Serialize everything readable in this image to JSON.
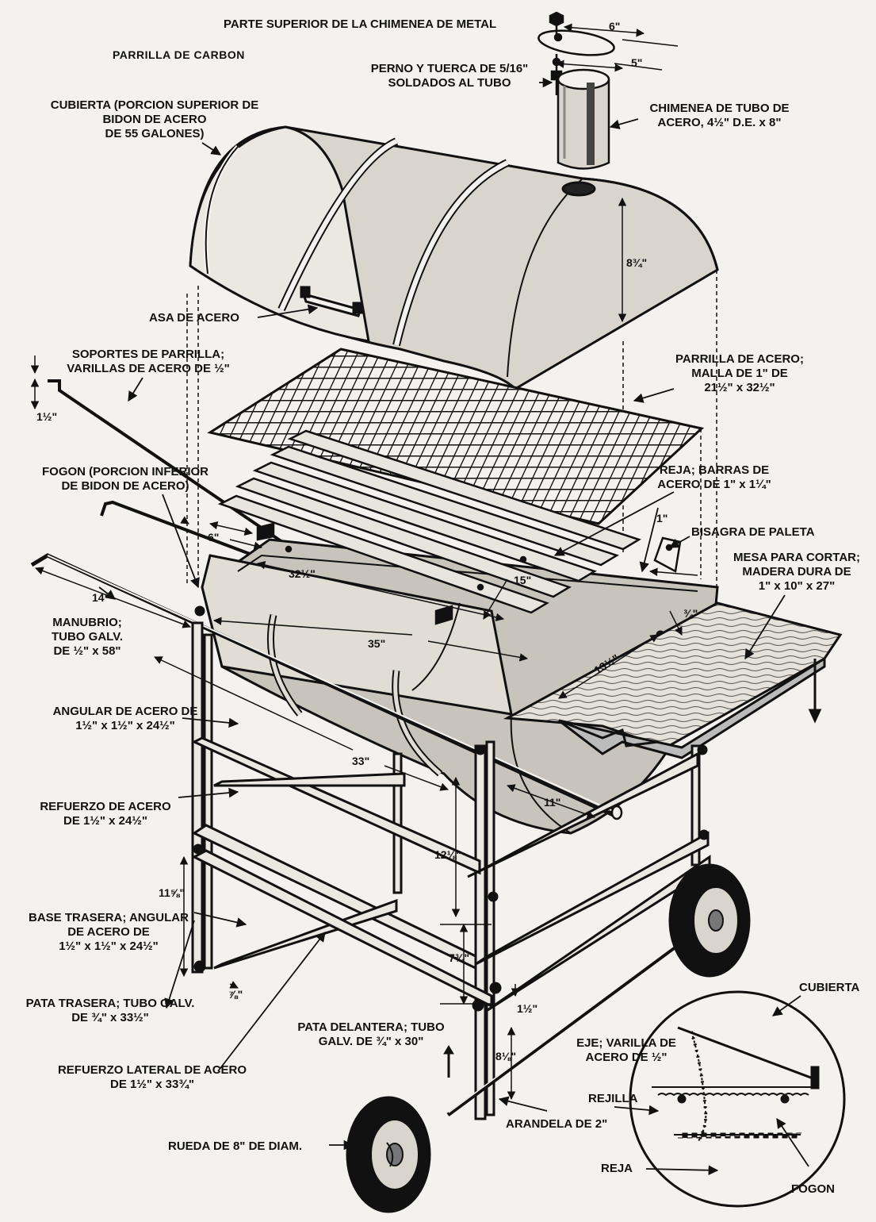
{
  "title": "PARRILLA DE CARBON",
  "labels": {
    "chimney_top": "PARTE SUPERIOR DE LA CHIMENEA DE METAL",
    "bolt": [
      "PERNO Y TUERCA DE 5/16\"",
      "SOLDADOS AL TUBO"
    ],
    "chimney_pipe": [
      "CHIMENEA DE TUBO DE",
      "ACERO, 4½\" D.E. x 8\""
    ],
    "cover": [
      "CUBIERTA (PORCION SUPERIOR DE",
      "BIDON DE ACERO",
      "DE 55 GALONES)"
    ],
    "handle": "ASA DE ACERO",
    "grill_supports": [
      "SOPORTES DE PARRILLA;",
      "VARILLAS DE ACERO DE ½\""
    ],
    "steel_grill": [
      "PARRILLA DE ACERO;",
      "MALLA DE 1\" DE",
      "21½\" x 32½\""
    ],
    "firebox": [
      "FOGON (PORCION INFERIOR",
      "DE BIDON DE ACERO)"
    ],
    "grate": [
      "REJA; BARRAS DE",
      "ACERO DE 1\" x 1¼\""
    ],
    "hinge": "BISAGRA DE PALETA",
    "cutting_table": [
      "MESA PARA CORTAR;",
      "MADERA DURA DE",
      "1\" x 10\" x 27\""
    ],
    "push_handle": [
      "MANUBRIO;",
      "TUBO GALV.",
      "DE ½\" x 58\""
    ],
    "angle": [
      "ANGULAR DE ACERO DE",
      "1½\" x 1½\" x 24½\""
    ],
    "brace": [
      "REFUERZO DE ACERO",
      "DE 1½\" x 24½\""
    ],
    "rear_base": [
      "BASE TRASERA; ANGULAR",
      "DE ACERO DE",
      "1½\" x 1½\" x 24½\""
    ],
    "rear_leg": [
      "PATA TRASERA; TUBO GALV.",
      "DE ¾\" x 33½\""
    ],
    "side_brace": [
      "REFUERZO LATERAL DE ACERO",
      "DE 1½\" x 33¾\""
    ],
    "front_leg": [
      "PATA DELANTERA; TUBO",
      "GALV. DE ¾\" x 30\""
    ],
    "axle": [
      "EJE; VARILLA DE",
      "ACERO DE ½\""
    ],
    "washer": "ARANDELA DE 2\"",
    "wheel": "RUEDA DE 8\" DE DIAM."
  },
  "inset": {
    "cover": "CUBIERTA",
    "rack": "REJILLA",
    "grate": "REJA",
    "firebox": "FOGON"
  },
  "dimensions": {
    "d_6a": "6\"",
    "d_5": "5\"",
    "d_8_3_4": "8¾\"",
    "d_1_1_2a": "1½\"",
    "d_1": "1\"",
    "d_6b": "6\"",
    "d_32_1_2": "32½\"",
    "d_15": "15\"",
    "d_14": "14\"",
    "d_35": "35\"",
    "d_3_4": "¾\"",
    "d_13_1_2": "13½\"",
    "d_33": "33\"",
    "d_11": "11\"",
    "d_12_1_8": "12⅛\"",
    "d_11_5_8": "11⅝\"",
    "d_7_3_4": "7¾\"",
    "d_1_1_2b": "1½\"",
    "d_7_8": "⅞\"",
    "d_8_1_8": "8⅛\""
  }
}
